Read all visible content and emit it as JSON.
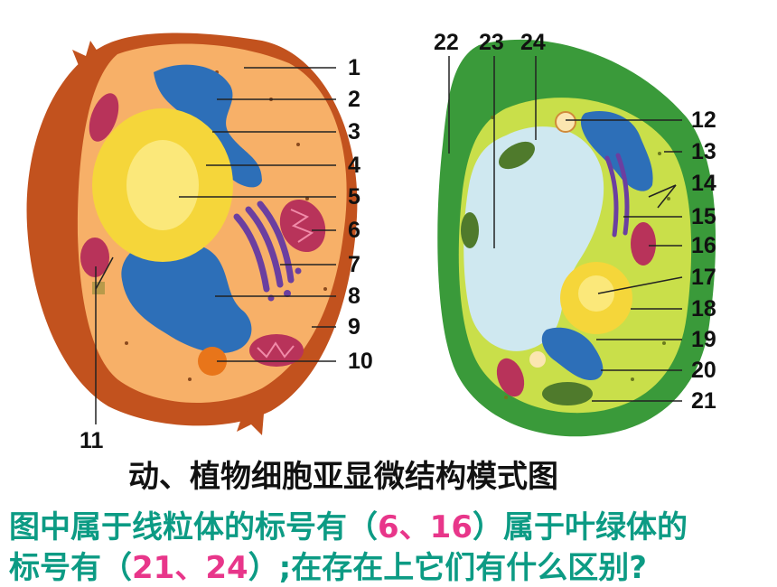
{
  "labels": [
    "1",
    "2",
    "3",
    "4",
    "5",
    "6",
    "7",
    "8",
    "9",
    "10",
    "11",
    "12",
    "13",
    "14",
    "15",
    "16",
    "17",
    "18",
    "19",
    "20",
    "21",
    "22",
    "23",
    "24"
  ],
  "caption": "动、植物细胞亚显微结构模式图",
  "question": {
    "line1_prefix": "图中属于线粒体的标号有（",
    "line1_answer": "6、16",
    "line1_suffix": "）属于叶绿体的",
    "line2_prefix": "标号有（",
    "line2_answer": "21、24",
    "line2_suffix": "）;在存在上它们有什么区别?"
  },
  "colors": {
    "question_text": "#0c9b84",
    "answer_text": "#e8368a",
    "animal_membrane": "#c2521e",
    "animal_cytoplasm": "#f7b068",
    "er": "#2d6fb8",
    "nucleus": "#f5d63a",
    "mitochondria": "#b8335a",
    "golgi": "#6b3fa0",
    "cell_wall": "#3a9a3a",
    "vacuole": "#cfe8f0",
    "chloroplast": "#4f7a2c"
  }
}
